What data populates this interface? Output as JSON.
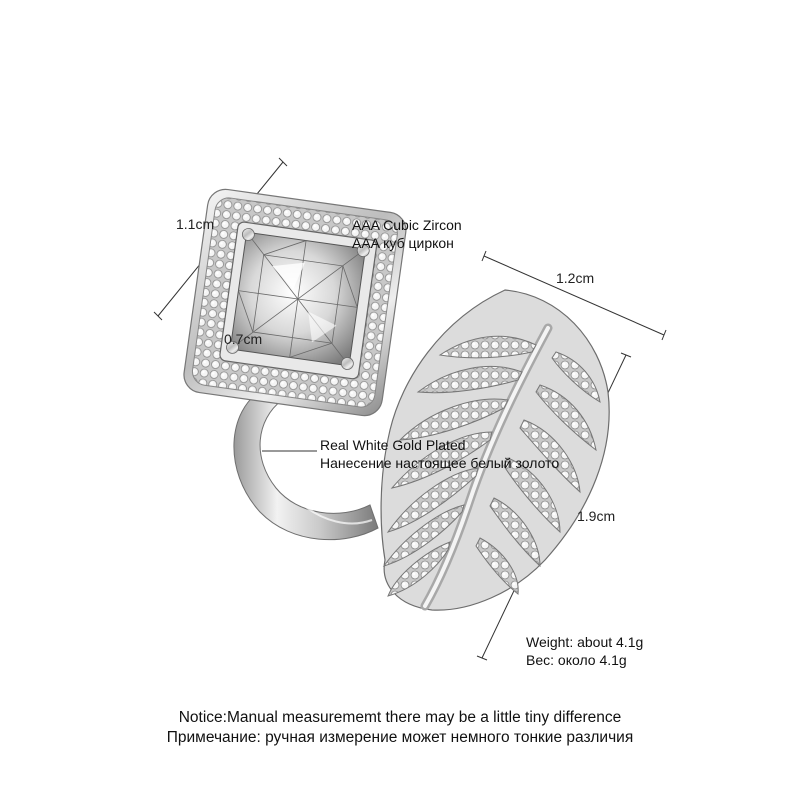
{
  "dimensions": {
    "stone_height": "1.1cm",
    "stone_width": "0.7cm",
    "leaf_width": "1.2cm",
    "leaf_length": "1.9cm"
  },
  "callouts": {
    "stone_en": "AAA Cubic Zircon",
    "stone_ru": "AAA куб циркон",
    "plating_en": "Real White Gold Plated",
    "plating_ru": "Нанесение настоящее белый золото"
  },
  "weight": {
    "en": "Weight: about  4.1g",
    "ru": "Вес: около  4.1g"
  },
  "notice": {
    "en": "Notice:Manual measurememt there may be a little tiny difference",
    "ru": "Примечание: ручная измерение может немного тонкие различия"
  }
}
